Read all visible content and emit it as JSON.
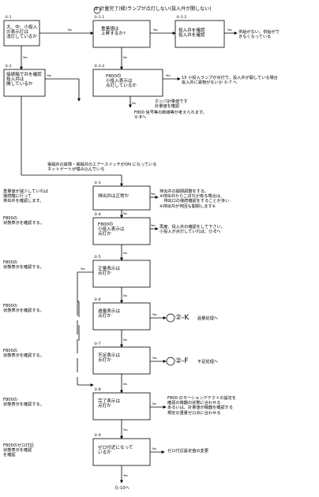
{
  "title": "② 計量完了(緑)ランプが点灯しない(投入弁が開しない)",
  "boxes": {
    "b21": {
      "label": "②-1",
      "text": "大、中、小投入\nの表示灯は\n消灯しているか"
    },
    "b211": {
      "label": "②-1-1",
      "text": "重量値は\n上昇するか?"
    },
    "b212": {
      "label": "②-1-2",
      "text": "投入弁を確認\n投入弁を確認"
    },
    "b2121": {
      "label": "②-1-2",
      "text": "F800の\n小投入表示は\n点灯しているか"
    },
    "b22": {
      "label": "②-2",
      "text": "接続箱で弁を確認\n投入弁は\n開しているか"
    },
    "b23": {
      "label": "②-3",
      "text": "排出弁は正常か"
    },
    "b24": {
      "label": "②-4",
      "text": "F800の\n小投入表示は\n点灯か"
    },
    "b25": {
      "label": "②-5",
      "text": "正量表示は\n点灯か"
    },
    "b26": {
      "label": "②-6",
      "text": "過量表示は\n点灯か"
    },
    "b27": {
      "label": "②-7",
      "text": "不足表示は\n点灯か"
    },
    "b28": {
      "label": "②-8",
      "text": "完了表示は\n点灯か"
    },
    "b29": {
      "label": "②-9",
      "text": "ゼロ付近になって\nいるか"
    }
  },
  "notes": {
    "n_r1": "供給がない、供給がで\nきなくなっている",
    "n_r2": "15 小投入ランプが点灯で、投入弁が開している場合\n投入弁に異物がないか ⑦-7 へ",
    "n_r3": "ホッパ計量値です\n計量値を確認",
    "n_r4": "F800 信号等の断線等が考えられます。\n②-Eへ",
    "n_mid": "電磁弁の故障・電磁弁のエアースイッチがON になっている\nネットゲートが噛み込んでいる",
    "n_r5": "排出弁の開閉調整をする。\n※排出弁からこぼれが有る場合は、\n　排出口の接続確認をすることが多い\n※排出弁が何回も開閉します※",
    "n_r6": "再度、投入弁の確認をして下さい。\n小投入が点灯していれば、⑫-Eへ",
    "n_r8": "F800 のモーションデテクトの設定を\n確認の機器の状態に合わせる\nあるいは、計量値が機器を確認する\n規定の重量ゼロ点に合わせる",
    "n_r9": "ゼロ付近設定値の変更"
  },
  "left_notes": {
    "l1": "重量値が減少していれば\n接続箱に行って\n排出弁を確認します。",
    "l2": "F800の\n状態表示を確認する。",
    "l3": "F800の\n状態表示を確認する。",
    "l4": "F800の\n状態表示を確認する。",
    "l5": "F800の\n状態表示を確認する。",
    "l6": "F800の\n状態表示を確認する。",
    "l7": "F800のゼロ付近\n状態表示を確認\nを確認"
  },
  "side_refs": {
    "k": "②-K",
    "k_text": "過量処理へ",
    "f": "②-F",
    "f_text": "不足処理へ"
  },
  "footer": "⑫-10へ",
  "branch": {
    "yes": "Yes",
    "no": "No"
  }
}
